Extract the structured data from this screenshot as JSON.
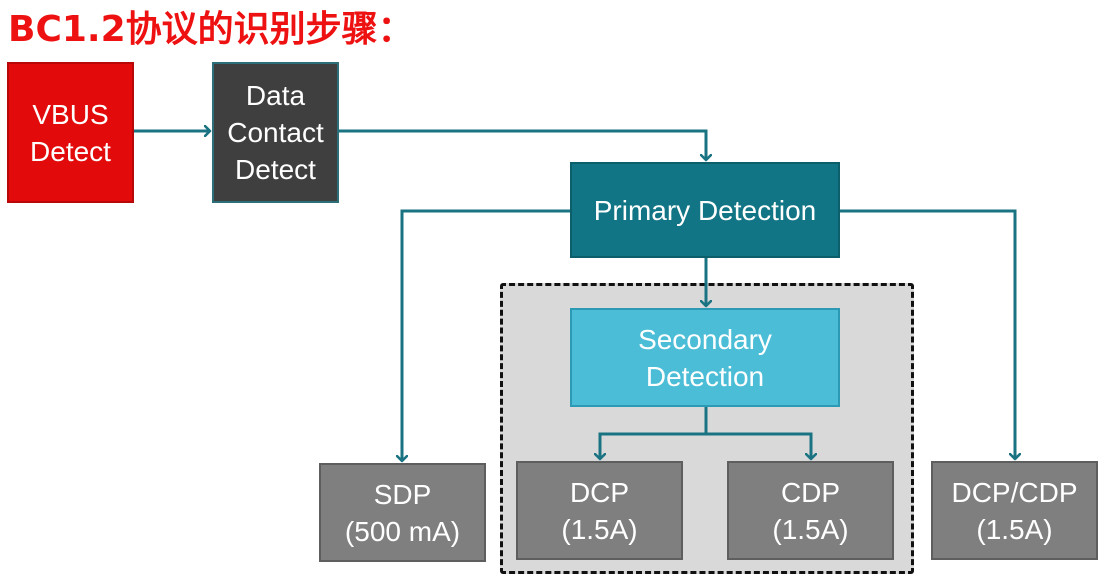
{
  "title": "BC1.2协议的识别步骤：",
  "colors": {
    "title": "#ee1111",
    "vbus_detect": "#e20a0a",
    "data_contact_detect": "#3f3f3f",
    "primary_detection": "#127585",
    "secondary_detection": "#4bbdd6",
    "result_box": "#7f7f7f",
    "secondary_group_bg": "#d9d9d9",
    "connector": "#1a7382"
  },
  "nodes": {
    "vbus": {
      "lines": [
        "VBUS",
        "Detect"
      ]
    },
    "dcd": {
      "lines": [
        "Data",
        "Contact",
        "Detect"
      ]
    },
    "primary": {
      "lines": [
        "Primary Detection"
      ]
    },
    "secondary": {
      "lines": [
        "Secondary",
        "Detection"
      ]
    },
    "sdp": {
      "lines": [
        "SDP",
        "(500 mA)"
      ]
    },
    "dcp": {
      "lines": [
        "DCP",
        "(1.5A)"
      ]
    },
    "cdp": {
      "lines": [
        "CDP",
        "(1.5A)"
      ]
    },
    "dcpcdp": {
      "lines": [
        "DCP/CDP",
        "(1.5A)"
      ]
    }
  },
  "edges": [
    {
      "from": "vbus",
      "to": "dcd"
    },
    {
      "from": "dcd",
      "to": "primary"
    },
    {
      "from": "primary",
      "to": "sdp"
    },
    {
      "from": "primary",
      "to": "secondary"
    },
    {
      "from": "primary",
      "to": "dcpcdp"
    },
    {
      "from": "secondary",
      "to": "dcp"
    },
    {
      "from": "secondary",
      "to": "cdp"
    }
  ]
}
